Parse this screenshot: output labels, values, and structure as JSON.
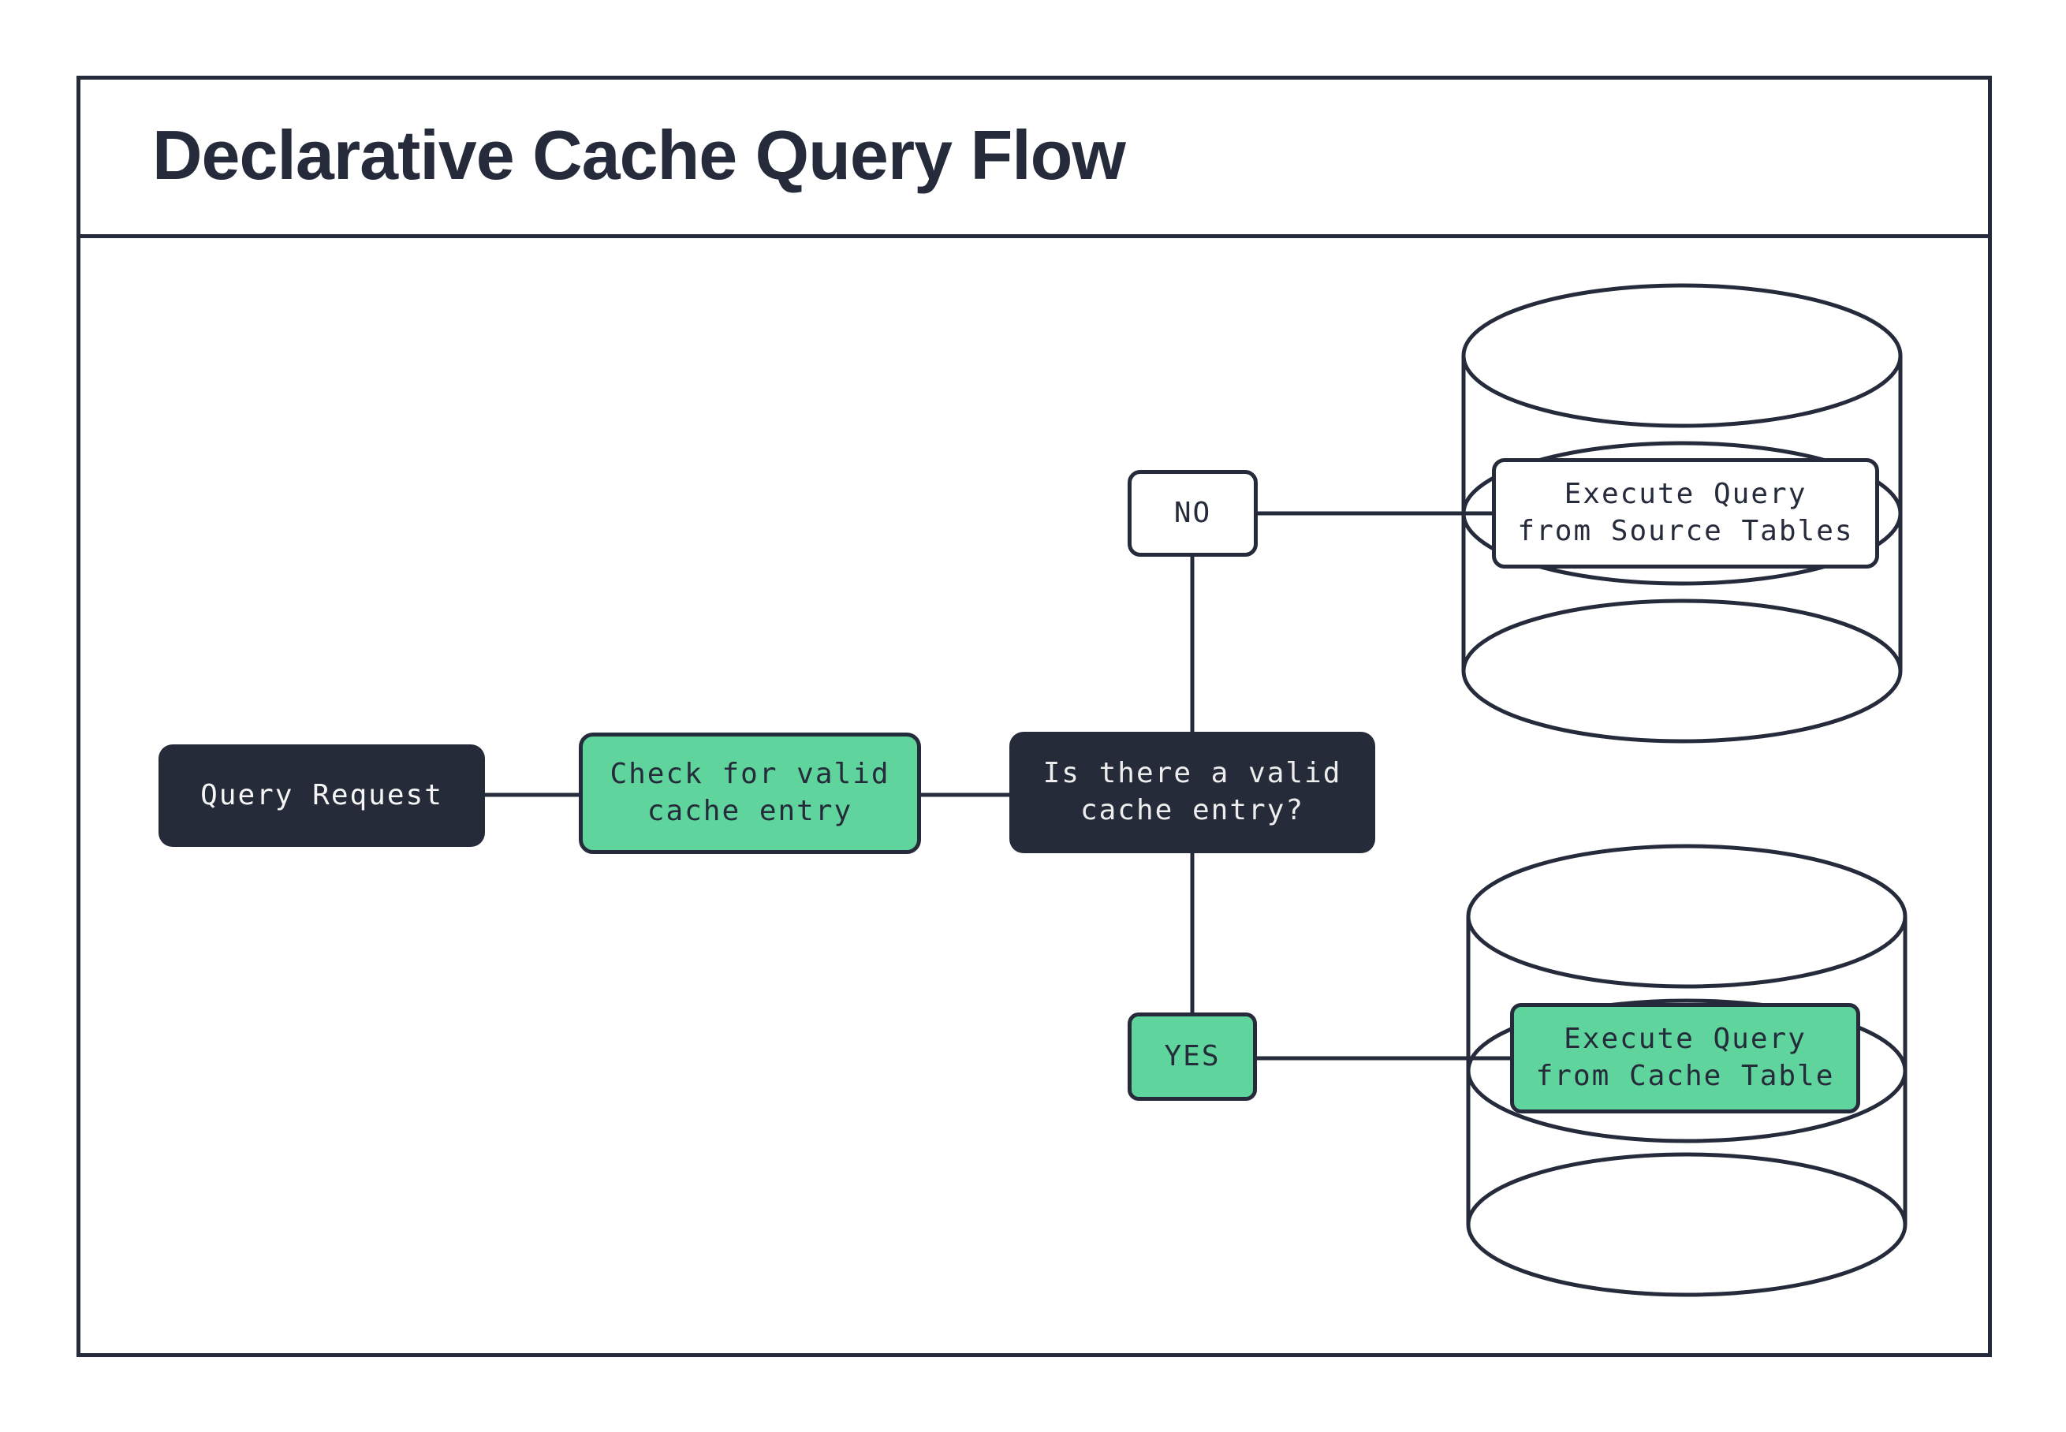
{
  "header": {
    "title": "Declarative Cache Query Flow"
  },
  "colors": {
    "ink": "#252b3a",
    "node_dark_fill": "#262b3a",
    "node_green_fill": "#5fd49c",
    "node_white_fill": "#ffffff",
    "text_on_dark": "#ededed"
  },
  "flow": {
    "query_request": {
      "label": "Query Request"
    },
    "check_cache": {
      "label": "Check for valid\ncache entry"
    },
    "decision": {
      "label": "Is there a valid\ncache entry?"
    },
    "branch_no": {
      "label": "NO"
    },
    "branch_yes": {
      "label": "YES"
    },
    "source_db": {
      "label": "Execute Query\nfrom Source Tables"
    },
    "cache_db": {
      "label": "Execute Query\nfrom Cache Table"
    }
  }
}
